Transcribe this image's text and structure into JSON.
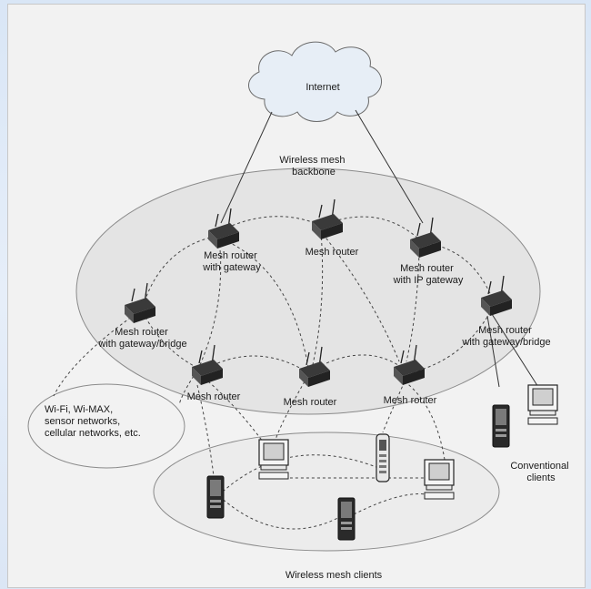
{
  "diagram": {
    "internet_label": "Internet",
    "backbone_label": [
      "Wireless mesh",
      "backbone"
    ],
    "other_networks_label": [
      "Wi-Fi, Wi-MAX,",
      "sensor networks,",
      "cellular networks, etc."
    ],
    "clients_label": "Wireless mesh clients",
    "conventional_clients_label": [
      "Conventional",
      "clients"
    ],
    "routers": [
      {
        "id": "r1",
        "label": [
          "Mesh router",
          "with gateway"
        ]
      },
      {
        "id": "r2",
        "label": [
          "Mesh router"
        ]
      },
      {
        "id": "r3",
        "label": [
          "Mesh router",
          "with IP gateway"
        ]
      },
      {
        "id": "r4",
        "label": [
          "Mesh router",
          "with gateway/bridge"
        ]
      },
      {
        "id": "r5",
        "label": [
          "Mesh router",
          "with gateway/bridge"
        ]
      },
      {
        "id": "r6",
        "label": [
          "Mesh router"
        ]
      },
      {
        "id": "r7",
        "label": [
          "Mesh router"
        ]
      },
      {
        "id": "r8",
        "label": [
          "Mesh router"
        ]
      }
    ]
  }
}
